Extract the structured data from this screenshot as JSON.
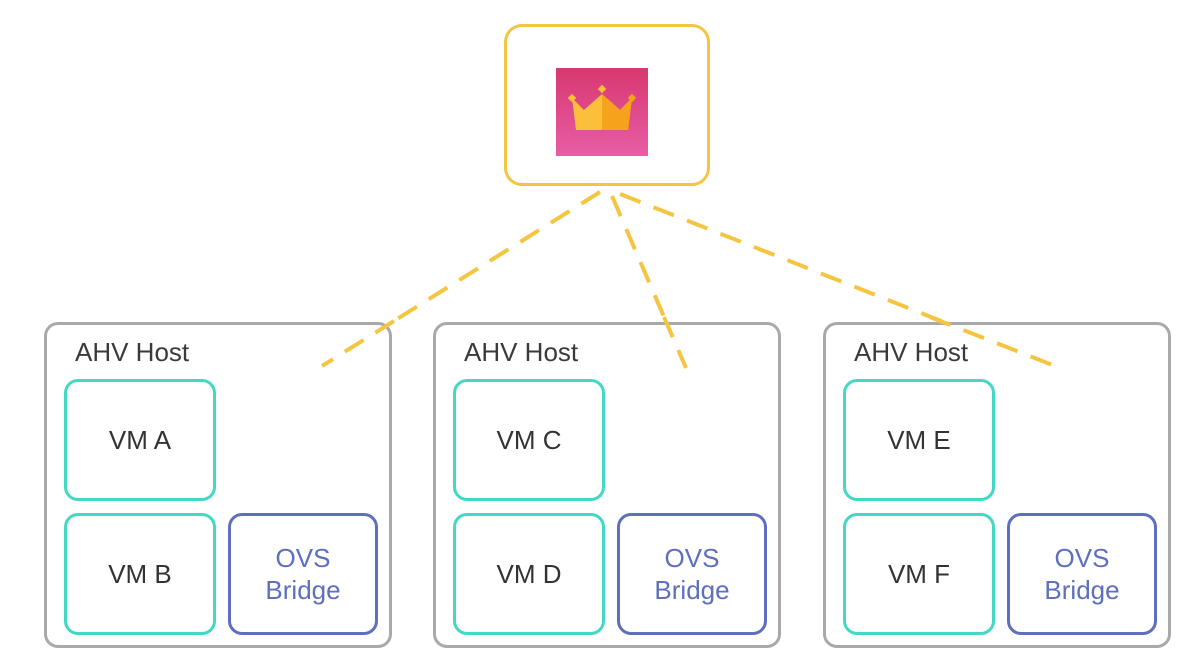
{
  "controller": {
    "icon": "crown-icon"
  },
  "hosts": [
    {
      "label": "AHV Host",
      "vms": [
        "VM A",
        "VM B"
      ],
      "bridge": [
        "OVS",
        "Bridge"
      ]
    },
    {
      "label": "AHV Host",
      "vms": [
        "VM C",
        "VM D"
      ],
      "bridge": [
        "OVS",
        "Bridge"
      ]
    },
    {
      "label": "AHV Host",
      "vms": [
        "VM E",
        "VM F"
      ],
      "bridge": [
        "OVS",
        "Bridge"
      ]
    }
  ],
  "colors": {
    "controller_border": "#f5c542",
    "connector": "#f5c542",
    "host_border": "#a9a9a9",
    "vm_border": "#42d8c4",
    "bridge": "#5d6fbd",
    "crown_tile": "#e0487f"
  }
}
